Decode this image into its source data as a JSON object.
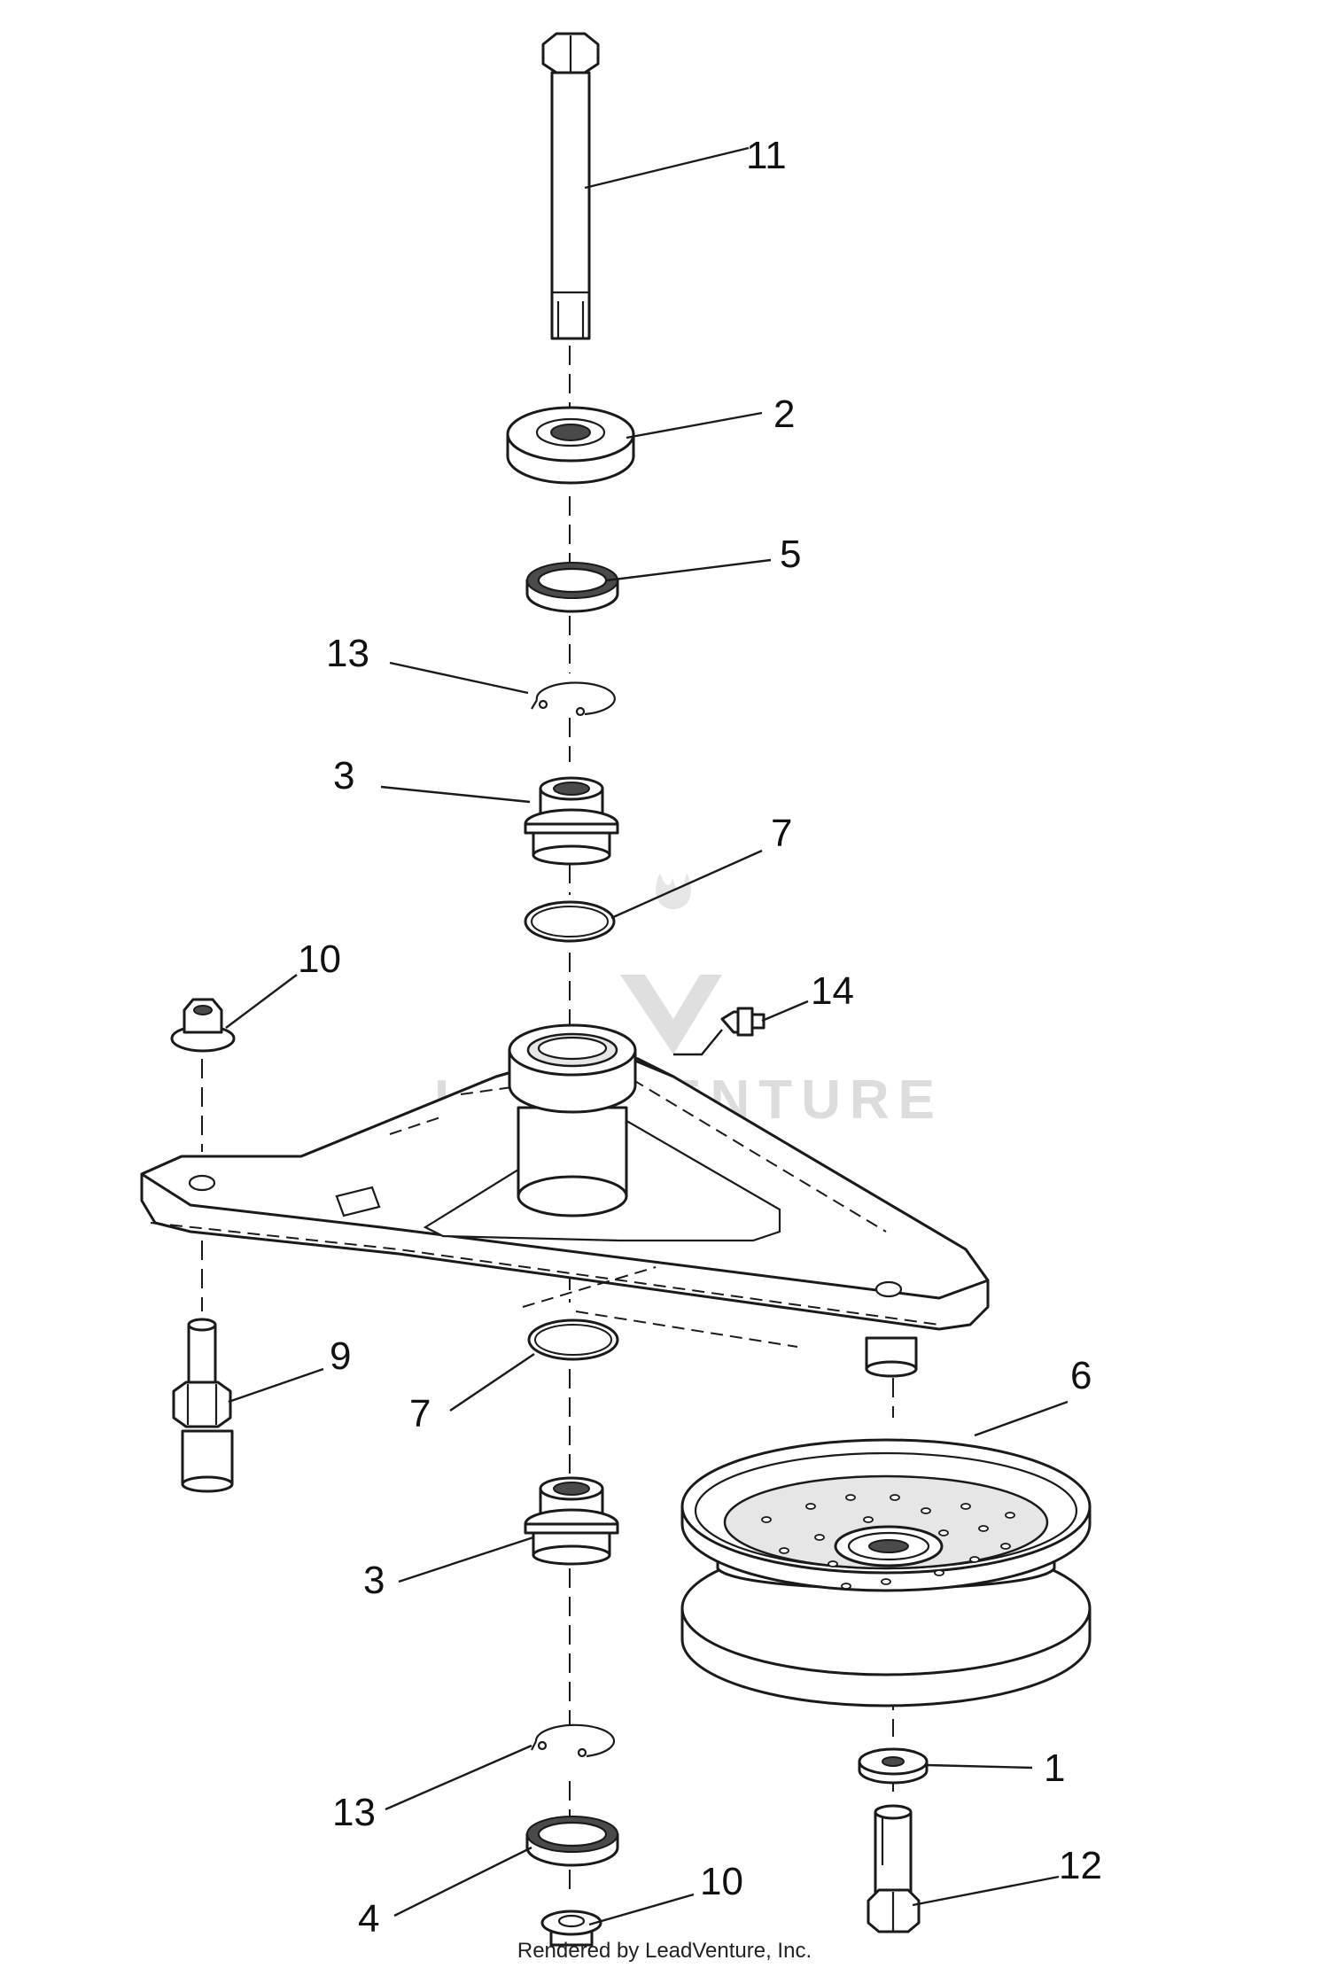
{
  "callouts": {
    "c1": "1",
    "c2": "2",
    "c3a": "3",
    "c3b": "3",
    "c4": "4",
    "c5": "5",
    "c6": "6",
    "c7a": "7",
    "c7b": "7",
    "c9": "9",
    "c10a": "10",
    "c10b": "10",
    "c11": "11",
    "c12": "12",
    "c13a": "13",
    "c13b": "13",
    "c14": "14"
  },
  "watermark": {
    "text": "LEADVENTURE"
  },
  "footer": {
    "credit": "Rendered by LeadVenture, Inc."
  }
}
